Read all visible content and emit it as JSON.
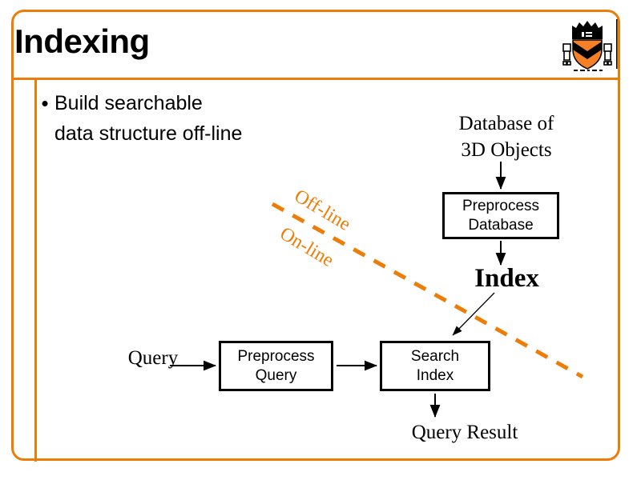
{
  "slide": {
    "title": "Indexing",
    "accent_color": "#ED7D07",
    "text_color": "#000000",
    "background": "#ffffff",
    "logo_name": "princeton-shield-logo"
  },
  "bullets": [
    {
      "marker": "•",
      "line1": "Build searchable",
      "line2": "data structure off-line"
    }
  ],
  "diagram": {
    "labels": {
      "database_of": "Database of",
      "three_d_objects": "3D Objects",
      "index": "Index",
      "query": "Query",
      "query_result": "Query Result"
    },
    "boxes": [
      {
        "id": "preprocess-database",
        "line1": "Preprocess",
        "line2": "Database"
      },
      {
        "id": "preprocess-query",
        "line1": "Preprocess",
        "line2": "Query"
      },
      {
        "id": "search-index",
        "line1": "Search",
        "line2": "Index"
      }
    ],
    "phase_divider": {
      "above_label": "Off-line",
      "below_label": "On-line",
      "color": "#ED7D07",
      "style": "dashed"
    },
    "arrows": [
      {
        "name": "arrow-database-to-preprocess-database",
        "from": "Database of 3D Objects",
        "to": "Preprocess Database"
      },
      {
        "name": "arrow-preprocess-database-to-index",
        "from": "Preprocess Database",
        "to": "Index"
      },
      {
        "name": "arrow-index-to-search-index",
        "from": "Index",
        "to": "Search Index"
      },
      {
        "name": "arrow-query-to-preprocess-query",
        "from": "Query",
        "to": "Preprocess Query"
      },
      {
        "name": "arrow-preprocess-query-to-search-index",
        "from": "Preprocess Query",
        "to": "Search Index"
      },
      {
        "name": "arrow-search-index-to-query-result",
        "from": "Search Index",
        "to": "Query Result"
      }
    ]
  }
}
